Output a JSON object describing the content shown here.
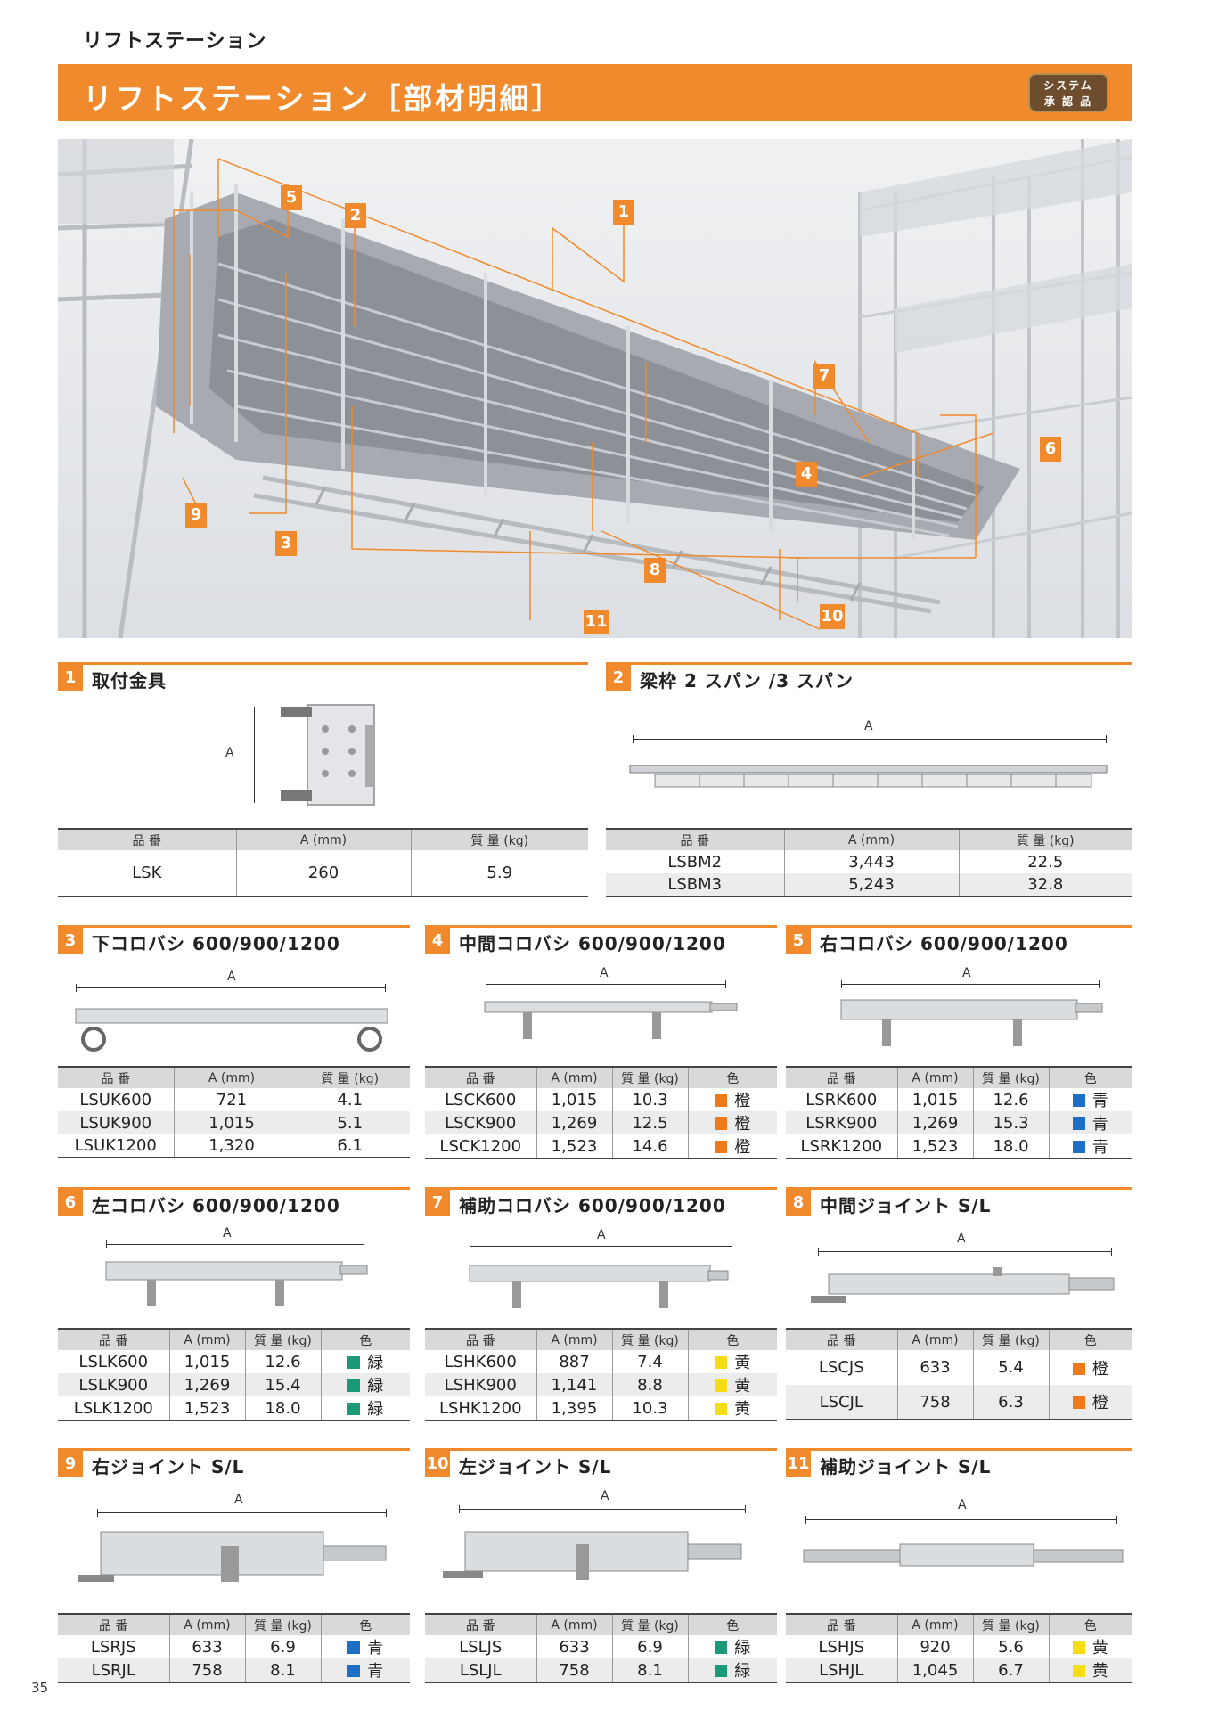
{
  "header": {
    "small_title": "リフトステーション",
    "title": "リフトステーション［部材明細］",
    "badge_line1": "システム",
    "badge_line2": "承 認 品"
  },
  "colors": {
    "accent": "#f08a2c",
    "orange": "#f07a1a",
    "blue": "#1b6fc4",
    "green": "#1a9a77",
    "yellow": "#f5dc14"
  },
  "photo": {
    "callouts": [
      "1",
      "2",
      "3",
      "4",
      "5",
      "6",
      "7",
      "8",
      "9",
      "10",
      "11"
    ]
  },
  "dim_label": "A",
  "sections": [
    {
      "num": "1",
      "title": "取付金具",
      "headers": [
        "品 番",
        "A (mm)",
        "質 量 (kg)"
      ],
      "rows": [
        [
          "LSK",
          "260",
          "5.9"
        ]
      ]
    },
    {
      "num": "2",
      "title": "梁枠 2 スパン /3 スパン",
      "headers": [
        "品 番",
        "A (mm)",
        "質 量 (kg)"
      ],
      "rows": [
        [
          "LSBM2",
          "3,443",
          "22.5"
        ],
        [
          "LSBM3",
          "5,243",
          "32.8"
        ]
      ]
    },
    {
      "num": "3",
      "title": "下コロバシ 600/900/1200",
      "headers": [
        "品 番",
        "A (mm)",
        "質 量 (kg)"
      ],
      "rows": [
        [
          "LSUK600",
          "721",
          "4.1"
        ],
        [
          "LSUK900",
          "1,015",
          "5.1"
        ],
        [
          "LSUK1200",
          "1,320",
          "6.1"
        ]
      ]
    },
    {
      "num": "4",
      "title": "中間コロバシ 600/900/1200",
      "headers": [
        "品 番",
        "A (mm)",
        "質 量 (kg)",
        "色"
      ],
      "rows": [
        [
          "LSCK600",
          "1,015",
          "10.3",
          "橙"
        ],
        [
          "LSCK900",
          "1,269",
          "12.5",
          "橙"
        ],
        [
          "LSCK1200",
          "1,523",
          "14.6",
          "橙"
        ]
      ]
    },
    {
      "num": "5",
      "title": "右コロバシ 600/900/1200",
      "headers": [
        "品 番",
        "A (mm)",
        "質 量 (kg)",
        "色"
      ],
      "rows": [
        [
          "LSRK600",
          "1,015",
          "12.6",
          "青"
        ],
        [
          "LSRK900",
          "1,269",
          "15.3",
          "青"
        ],
        [
          "LSRK1200",
          "1,523",
          "18.0",
          "青"
        ]
      ]
    },
    {
      "num": "6",
      "title": "左コロバシ 600/900/1200",
      "headers": [
        "品 番",
        "A (mm)",
        "質 量 (kg)",
        "色"
      ],
      "rows": [
        [
          "LSLK600",
          "1,015",
          "12.6",
          "緑"
        ],
        [
          "LSLK900",
          "1,269",
          "15.4",
          "緑"
        ],
        [
          "LSLK1200",
          "1,523",
          "18.0",
          "緑"
        ]
      ]
    },
    {
      "num": "7",
      "title": "補助コロバシ 600/900/1200",
      "headers": [
        "品 番",
        "A (mm)",
        "質 量 (kg)",
        "色"
      ],
      "rows": [
        [
          "LSHK600",
          "887",
          "7.4",
          "黄"
        ],
        [
          "LSHK900",
          "1,141",
          "8.8",
          "黄"
        ],
        [
          "LSHK1200",
          "1,395",
          "10.3",
          "黄"
        ]
      ]
    },
    {
      "num": "8",
      "title": "中間ジョイント S/L",
      "headers": [
        "品 番",
        "A (mm)",
        "質 量 (kg)",
        "色"
      ],
      "rows": [
        [
          "LSCJS",
          "633",
          "5.4",
          "橙"
        ],
        [
          "LSCJL",
          "758",
          "6.3",
          "橙"
        ]
      ]
    },
    {
      "num": "9",
      "title": "右ジョイント S/L",
      "headers": [
        "品 番",
        "A (mm)",
        "質 量 (kg)",
        "色"
      ],
      "rows": [
        [
          "LSRJS",
          "633",
          "6.9",
          "青"
        ],
        [
          "LSRJL",
          "758",
          "8.1",
          "青"
        ]
      ]
    },
    {
      "num": "10",
      "title": "左ジョイント S/L",
      "headers": [
        "品 番",
        "A (mm)",
        "質 量 (kg)",
        "色"
      ],
      "rows": [
        [
          "LSLJS",
          "633",
          "6.9",
          "緑"
        ],
        [
          "LSLJL",
          "758",
          "8.1",
          "緑"
        ]
      ]
    },
    {
      "num": "11",
      "title": "補助ジョイント S/L",
      "headers": [
        "品 番",
        "A (mm)",
        "質 量 (kg)",
        "色"
      ],
      "rows": [
        [
          "LSHJS",
          "920",
          "5.6",
          "黄"
        ],
        [
          "LSHJL",
          "1,045",
          "6.7",
          "黄"
        ]
      ]
    }
  ],
  "page_number": "35"
}
